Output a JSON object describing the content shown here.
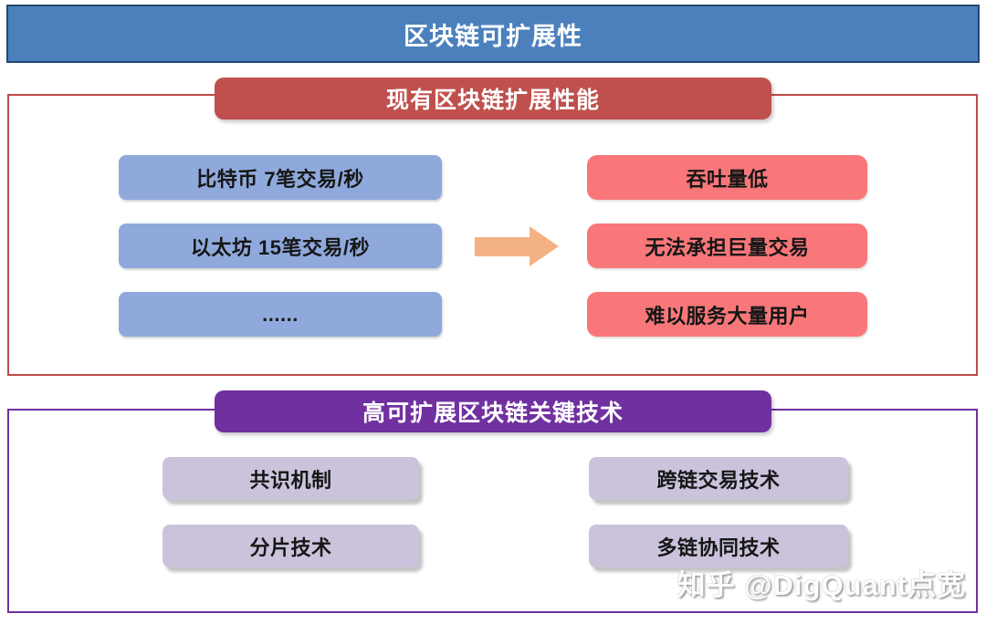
{
  "banner": {
    "title": "区块链可扩展性"
  },
  "section_current": {
    "header": "现有区块链扩展性能",
    "examples": [
      "比特币 7笔交易/秒",
      "以太坊 15笔交易/秒",
      "......"
    ],
    "problems": [
      "吞吐量低",
      "无法承担巨量交易",
      "难以服务大量用户"
    ]
  },
  "section_tech": {
    "header": "高可扩展区块链关键技术",
    "technologies": [
      "共识机制",
      "跨链交易技术",
      "分片技术",
      "多链协同技术"
    ]
  },
  "watermark": {
    "text": "知乎 @DigQuant点宽"
  },
  "icons": {
    "arrow_right": "arrow-right-icon"
  },
  "colors": {
    "banner_bg": "#4C80BC",
    "banner_border": "#24476F",
    "section_current_accent": "#C0504D",
    "section_current_border": "#BE4B48",
    "example_box_bg": "#8FA9DC",
    "problem_box_bg": "#F97779",
    "arrow": "#F4B183",
    "section_tech_accent": "#7030A0",
    "tech_box_bg": "#CBC3DC",
    "text_dark": "#161616",
    "text_light": "#FFFFFF"
  }
}
